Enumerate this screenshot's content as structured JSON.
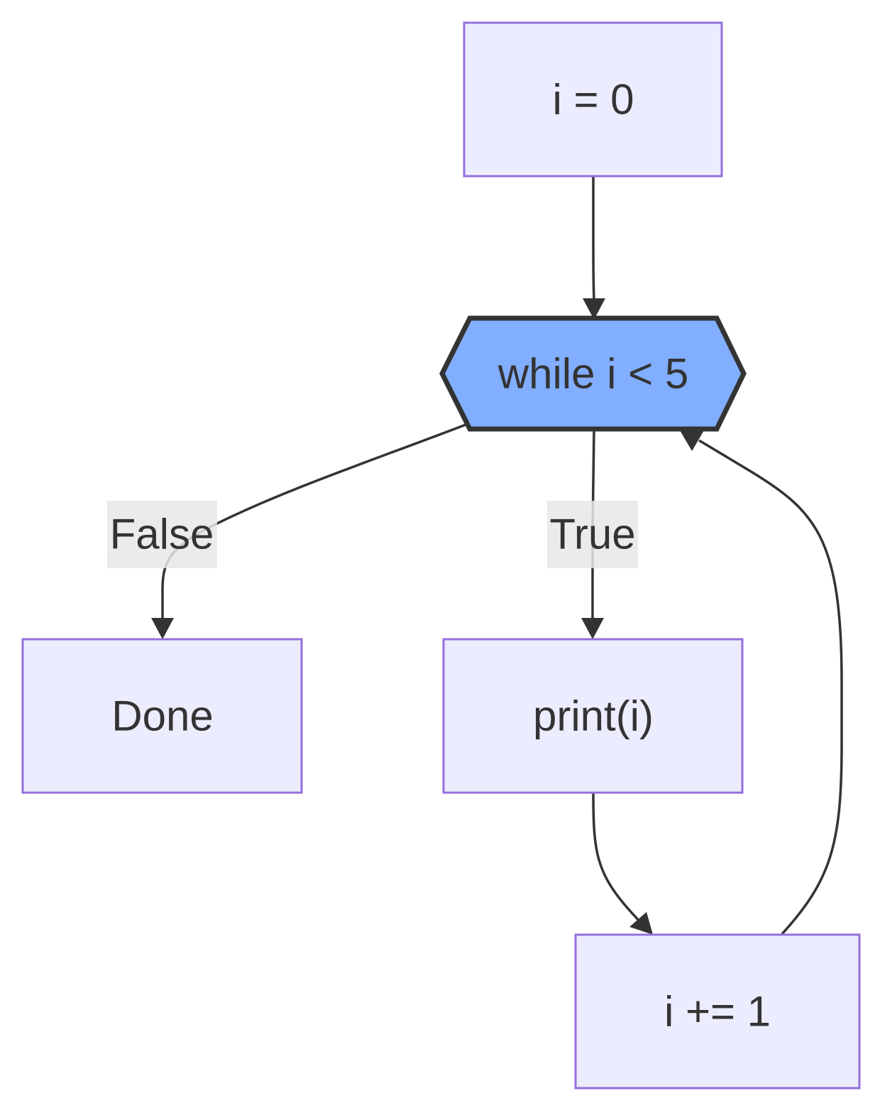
{
  "colors": {
    "node_fill": "#ECECFF",
    "node_stroke": "#9370DB",
    "decision_fill": "#82AEFF",
    "decision_stroke": "#333333",
    "edge": "#333333",
    "text": "#333333",
    "edge_label_bg": "#e8e8e8"
  },
  "nodes": {
    "init": {
      "label": "i = 0"
    },
    "loop_condition": {
      "label": "while i < 5"
    },
    "done": {
      "label": "Done"
    },
    "print": {
      "label": "print(i)"
    },
    "increment": {
      "label": "i += 1"
    }
  },
  "edges": {
    "init_to_condition": {
      "from": "init",
      "to": "loop_condition",
      "label": ""
    },
    "condition_to_done": {
      "from": "loop_condition",
      "to": "done",
      "label": "False"
    },
    "condition_to_print": {
      "from": "loop_condition",
      "to": "print",
      "label": "True"
    },
    "print_to_increment": {
      "from": "print",
      "to": "increment",
      "label": ""
    },
    "increment_to_condition": {
      "from": "increment",
      "to": "loop_condition",
      "label": ""
    }
  }
}
